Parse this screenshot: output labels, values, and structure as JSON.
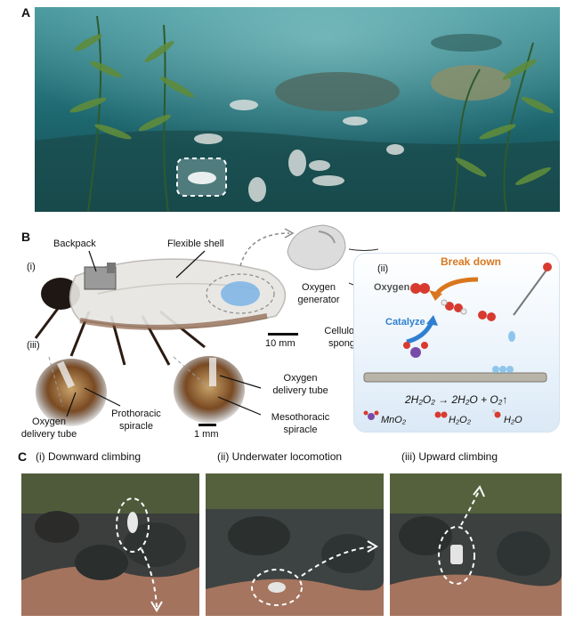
{
  "panel_a": {
    "letter": "A"
  },
  "panel_b": {
    "letter": "B",
    "labels": {
      "backpack": "Backpack",
      "flexible_shell": "Flexible shell",
      "i": "(i)",
      "iii": "(iii)",
      "ii": "(ii)",
      "oxygen_generator_1": "Oxygen",
      "oxygen_generator_2": "generator",
      "scale_10mm": "10 mm",
      "cellulose_1": "Cellulose",
      "cellulose_2": "sponge",
      "oxygen_tube_left_1": "Oxygen",
      "oxygen_tube_left_2": "delivery tube",
      "prothoracic_1": "Prothoracic",
      "prothoracic_2": "spiracle",
      "scale_1mm": "1 mm",
      "oxygen_tube_right_1": "Oxygen",
      "oxygen_tube_right_2": "delivery tube",
      "mesothoracic_1": "Mesothoracic",
      "mesothoracic_2": "spiracle",
      "oxygen": "Oxygen",
      "break_down": "Break down",
      "catalyze": "Catalyze",
      "equation": "2H₂O₂ → 2H₂O + O₂↑",
      "legend_mno2": "MnO₂",
      "legend_h2o2": "H₂O₂",
      "legend_h2o": "H₂O"
    }
  },
  "panel_c": {
    "letter": "C",
    "titles": [
      "(i) Downward climbing",
      "(ii) Underwater locomotion",
      "(iii) Upward climbing"
    ]
  },
  "colors": {
    "underwater": "#1f6f77",
    "orange_arrow": "#d9771f",
    "blue_arrow": "#2f7fd1",
    "purple_atom": "#7a4aa8",
    "red_atom": "#d83a2f"
  }
}
